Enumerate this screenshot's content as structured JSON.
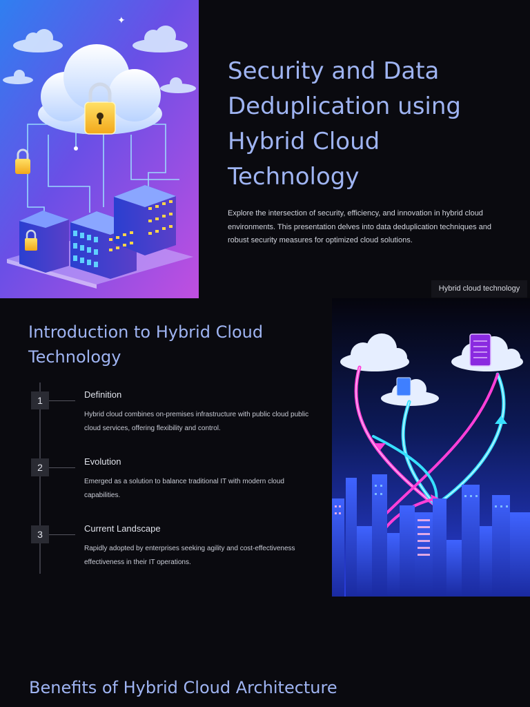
{
  "hero": {
    "title": "Security and Data Deduplication using Hybrid Cloud Technology",
    "description": "Explore the intersection of security, efficiency, and innovation in hybrid cloud environments. This presentation delves into data deduplication techniques and robust security measures for optimized cloud solutions.",
    "image_caption": "Hybrid cloud technology"
  },
  "intro": {
    "title": "Introduction to Hybrid Cloud Technology",
    "steps": [
      {
        "number": "1",
        "title": "Definition",
        "text": "Hybrid cloud combines on-premises infrastructure with public cloud public cloud services, offering flexibility and control."
      },
      {
        "number": "2",
        "title": "Evolution",
        "text": "Emerged as a solution to balance traditional IT with modern cloud capabilities."
      },
      {
        "number": "3",
        "title": "Current Landscape",
        "text": "Rapidly adopted by enterprises seeking agility and cost-effectiveness effectiveness in their IT operations."
      }
    ]
  },
  "benefits": {
    "title": "Benefits of Hybrid Cloud Architecture"
  },
  "colors": {
    "background": "#0a0a0f",
    "heading": "#9fb4f2",
    "body_text": "#d2d5de",
    "timeline": "#3a3a44"
  }
}
